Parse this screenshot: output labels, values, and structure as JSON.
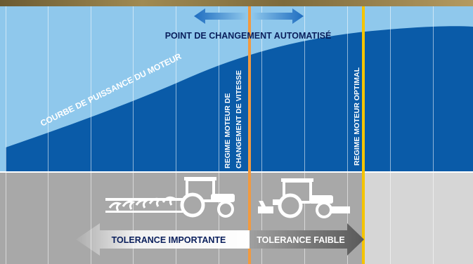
{
  "labels": {
    "point_changement": "POINT DE CHANGEMENT AUTOMATISÉ",
    "courbe_puissance": "COURBE DE PUISSANCE DU MOTEUR",
    "regime_changement_line1": "REGIME MOTEUR DE",
    "regime_changement_line2": "CHANGEMENT DE VITESSE",
    "regime_optimal": "REGIME MOTEUR OPTIMAL",
    "tolerance_importante": "TOLERANCE IMPORTANTE",
    "tolerance_faible": "TOLERANCE FAIBLE"
  },
  "colors": {
    "sky_blue": "#8fc8ec",
    "curve_blue": "#0a5ba8",
    "shift_line_orange": "#f29a3f",
    "optimal_line_yellow": "#f5c400",
    "arrow_blue": "#1f6dc0",
    "lower_gray": "#a8a8a8",
    "lower_light_gray": "#d6d6d6"
  }
}
